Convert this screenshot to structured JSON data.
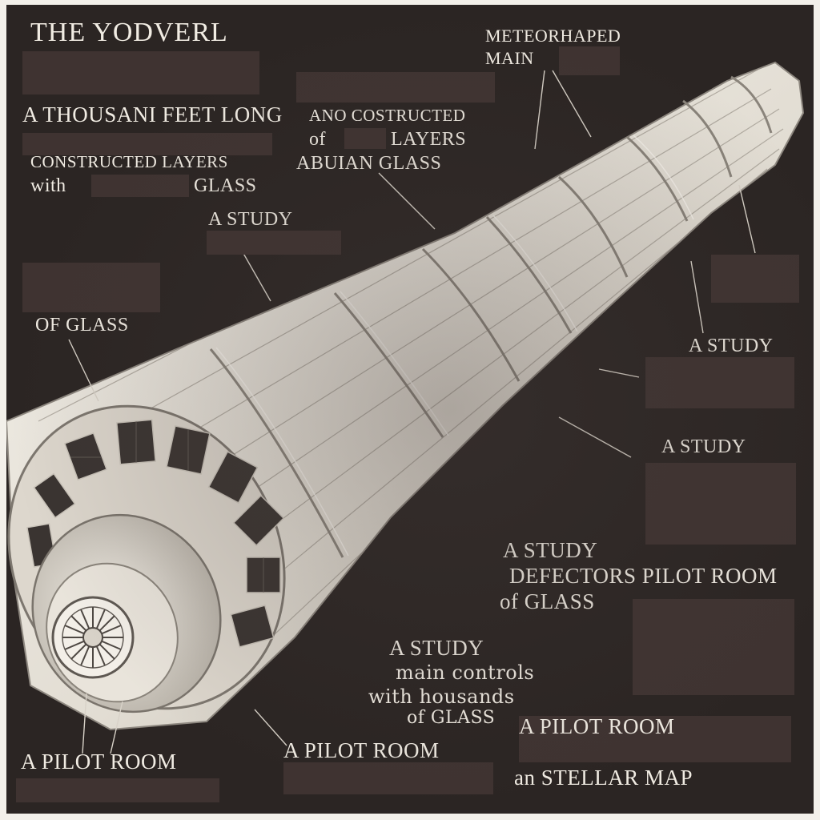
{
  "title": "THE YODVERL",
  "labels": {
    "meteor_line1": "METEORHAPED",
    "meteor_line2": "MAIN",
    "thousand_feet": "A THOUSANI FEET LONG",
    "constructed_line1": "ANO COSTRUCTED",
    "constructed_line2_a": "of",
    "constructed_line2_b": "LAYERS",
    "constructed_line3": "ABUIAN GLASS",
    "layers_line1": "CONSTRUCTED LAYERS",
    "layers_line2_a": "with",
    "layers_line2_b": "GLASS",
    "study_upper": "A STUDY",
    "of_glass_left": "OF GLASS",
    "study_right1": "A STUDY",
    "study_right2": "A STUDY",
    "study_mid": "A STUDY",
    "defectors": "DEFECTORS PILOT ROOM",
    "of_glass_mid": "of GLASS",
    "study_low": "A STUDY",
    "main_controls": "main controls",
    "with_thousands": "with housands",
    "of_glass_low": "of GLASS",
    "pilot_room_right": "A PILOT ROOM",
    "pilot_room_center": "A PILOT ROOM",
    "pilot_room_left": "A PILOT ROOM",
    "stellar_map": "an STELLAR MAP"
  },
  "colors": {
    "background": "#2b2523",
    "hull": "#e6e1d8",
    "ink": "#f1ece3",
    "redaction": "#3f3331"
  },
  "icons": [
    "hull-illustration",
    "front-window-ring",
    "nose-turbine-icon"
  ]
}
